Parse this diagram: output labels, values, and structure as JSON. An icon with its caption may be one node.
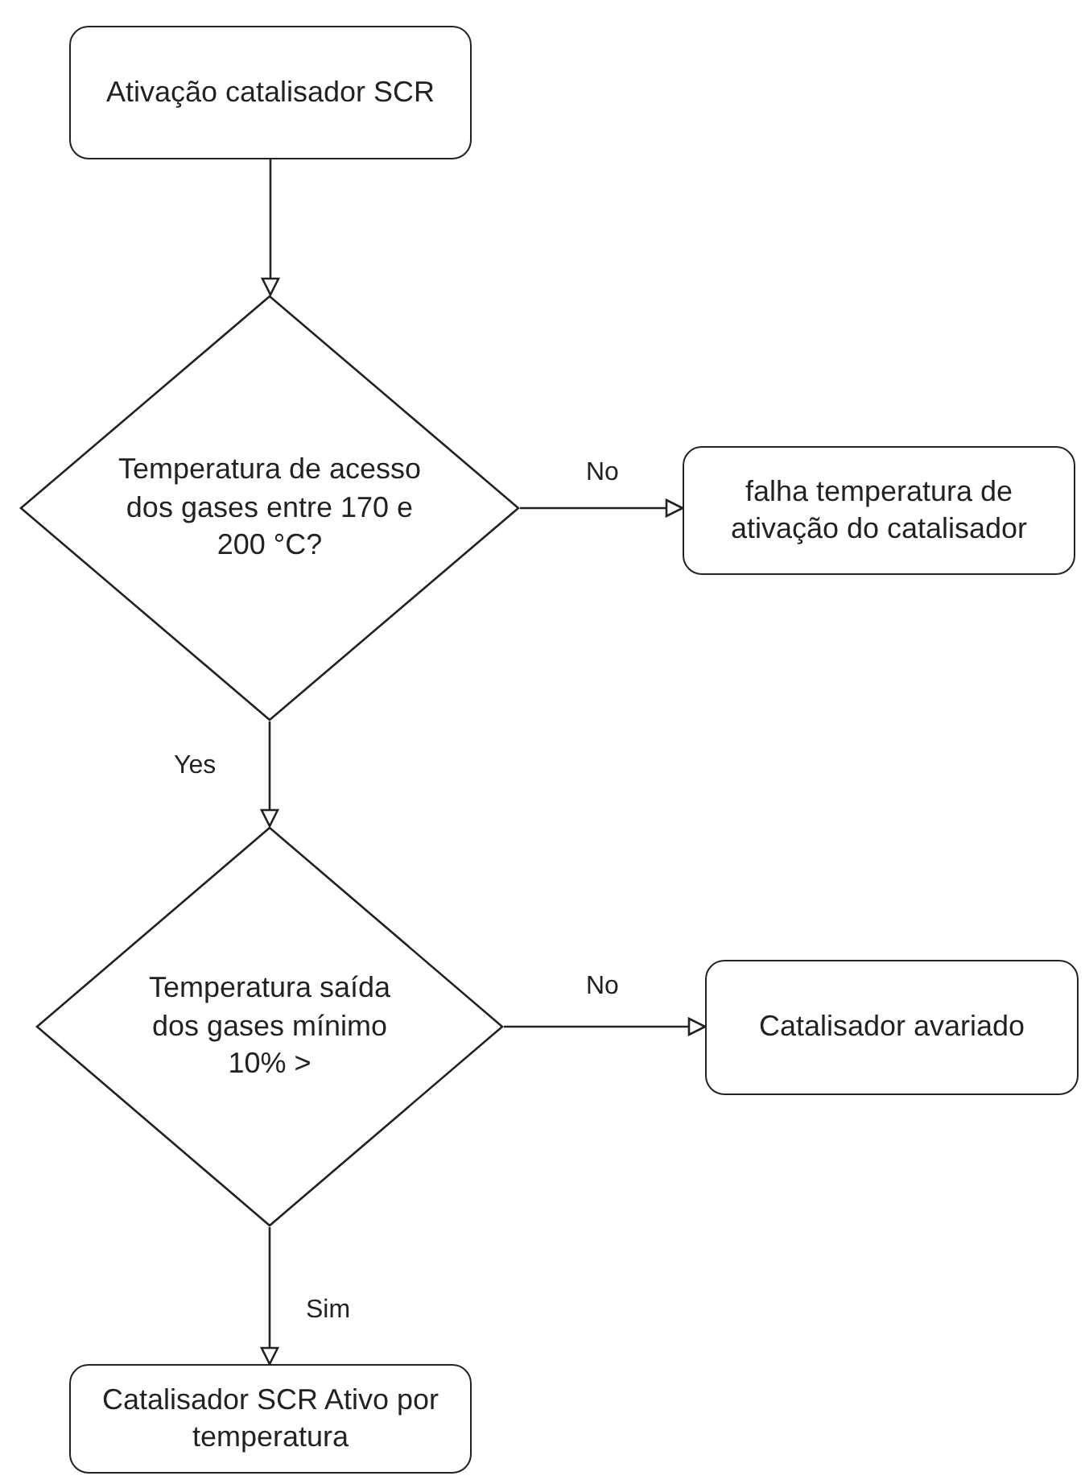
{
  "diagram": {
    "nodes": [
      {
        "text": [
          "Ativação catalisador SCR"
        ]
      },
      {
        "text": [
          "Temperatura de acesso dos gases entre 170 e 200 °C?"
        ]
      },
      {
        "text": [
          "falha temperatura de ativação do catalisador"
        ]
      },
      {
        "text": [
          "Temperatura saída dos gases mínimo 10% >"
        ]
      },
      {
        "text": [
          "Catalisador avariado"
        ]
      },
      {
        "text": [
          "Catalisador SCR Ativo por temperatura"
        ]
      }
    ],
    "edges": [
      {
        "from": 0,
        "to": 1,
        "arrow": "to"
      },
      {
        "from": 1,
        "to": 2,
        "label": "No",
        "arrow": "to"
      },
      {
        "from": 1,
        "to": 3,
        "label": "Yes",
        "arrow": "to"
      },
      {
        "from": 3,
        "to": 4,
        "label": "No",
        "arrow": "to"
      },
      {
        "from": 3,
        "to": 5,
        "label": "Sim",
        "arrow": "to"
      }
    ]
  }
}
